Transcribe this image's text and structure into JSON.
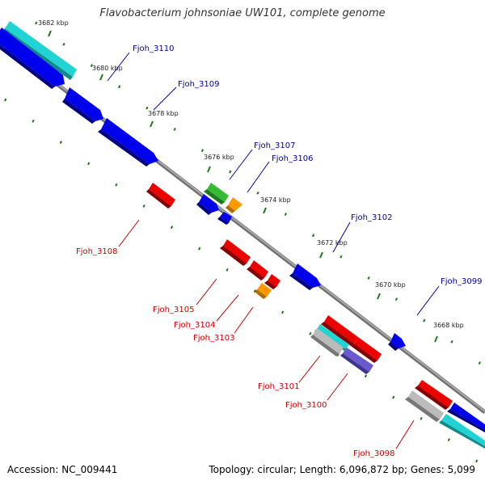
{
  "title": "Flavobacterium johnsoniae UW101, complete genome",
  "footer": {
    "accession": "Accession: NC_009441",
    "summary": "Topology: circular; Length: 6,096,872 bp; Genes: 5,099"
  },
  "colors": {
    "backbone": "#808080",
    "tick": "#1a7a1a",
    "forward_label": "#0000aa",
    "reverse_label": "#cc0000",
    "blue": "#0000ee",
    "red": "#ee0000",
    "cyan": "#22d3d3",
    "green": "#33bb33",
    "orange": "#ff9900",
    "gray": "#bbbbbb",
    "purple": "#6a5acd"
  },
  "scale_labels": [
    {
      "kbp": 3682,
      "text": "3682 kbp"
    },
    {
      "kbp": 3680,
      "text": "3680 kbp"
    },
    {
      "kbp": 3678,
      "text": "3678 kbp"
    },
    {
      "kbp": 3676,
      "text": "3676 kbp"
    },
    {
      "kbp": 3674,
      "text": "3674 kbp"
    },
    {
      "kbp": 3672,
      "text": "3672 kbp"
    },
    {
      "kbp": 3670,
      "text": "3670 kbp"
    },
    {
      "kbp": 3668,
      "text": "3668 kbp"
    }
  ],
  "gene_labels": [
    {
      "text": "Fjoh_3110",
      "strand": "forward"
    },
    {
      "text": "Fjoh_3109",
      "strand": "forward"
    },
    {
      "text": "Fjoh_3107",
      "strand": "forward"
    },
    {
      "text": "Fjoh_3106",
      "strand": "forward"
    },
    {
      "text": "Fjoh_3102",
      "strand": "forward"
    },
    {
      "text": "Fjoh_3099",
      "strand": "forward"
    },
    {
      "text": "Fjoh_3108",
      "strand": "reverse"
    },
    {
      "text": "Fjoh_3105",
      "strand": "reverse"
    },
    {
      "text": "Fjoh_3104",
      "strand": "reverse"
    },
    {
      "text": "Fjoh_3103",
      "strand": "reverse"
    },
    {
      "text": "Fjoh_3101",
      "strand": "reverse"
    },
    {
      "text": "Fjoh_3100",
      "strand": "reverse"
    },
    {
      "text": "Fjoh_3098",
      "strand": "reverse"
    }
  ]
}
